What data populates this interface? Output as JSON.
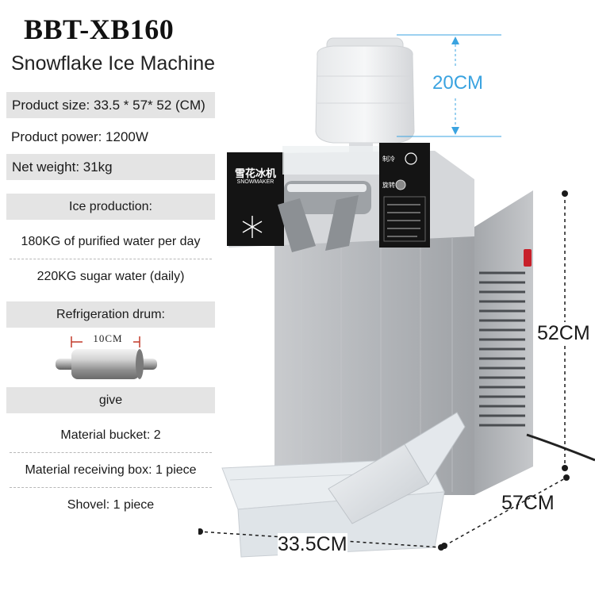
{
  "header": {
    "model": "BBT-XB160",
    "subtitle": "Snowflake Ice Machine"
  },
  "specs": {
    "size": "Product size: 33.5 * 57* 52 (CM)",
    "power": "Product power: 1200W",
    "weight": "Net weight: 31kg",
    "ice_heading": "Ice production:",
    "ice_pure": "180KG of purified water per day",
    "ice_sugar": "220KG sugar water (daily)",
    "drum_heading": "Refrigeration drum:",
    "drum_size": "10CM",
    "give_heading": "give",
    "bucket": "Material bucket: 2",
    "box": "Material receiving box: 1 piece",
    "shovel": "Shovel: 1 piece"
  },
  "dimensions": {
    "bucket_height": "20CM",
    "height": "52CM",
    "depth": "57CM",
    "width": "33.5CM"
  },
  "machine": {
    "brand_cn": "雪花冰机",
    "brand_en": "SNOWMAKER",
    "ctrl_a": "制冷",
    "ctrl_b": "旋转"
  },
  "colors": {
    "accent_blue": "#3aa3e0",
    "band_gray": "#e4e4e4",
    "steel": "#b9bcc0",
    "switch_red": "#c8202a"
  }
}
